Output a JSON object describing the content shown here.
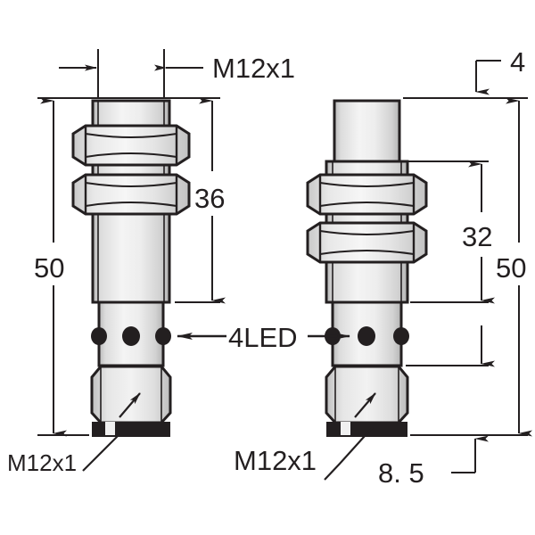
{
  "drawing": {
    "title": "M12 cylindrical proximity sensor dimension drawing",
    "background_color": "#ffffff",
    "line_color": "#231f20",
    "body_fill_light": "#f2f2f2",
    "body_fill_mid": "#d9d9d9",
    "body_fill_dark": "#bfbfbf",
    "connector_black": "#231f20"
  },
  "views": {
    "left": {
      "name": "left-sensor-view",
      "thread_label": "M12x1",
      "overall_length_label": "50",
      "thread_length_label": "36",
      "connector_thread_label": "M12x1"
    },
    "right": {
      "name": "right-sensor-view",
      "top_step_label": "4",
      "overall_length_label": "50",
      "thread_length_label": "32",
      "connector_height_label": "8. 5",
      "connector_thread_label": "M12x1"
    }
  },
  "annotations": {
    "led_label": "4LED",
    "led_count": 4
  },
  "labels": {
    "m12x1_top": "M12x1",
    "dim_50_left": "50",
    "dim_36": "36",
    "m12x1_bottom_left": "M12x1",
    "dim_4": "4",
    "dim_32": "32",
    "dim_50_right": "50",
    "dim_8_5": "8. 5",
    "m12x1_bottom_right": "M12x1",
    "led_text": "4LED"
  }
}
